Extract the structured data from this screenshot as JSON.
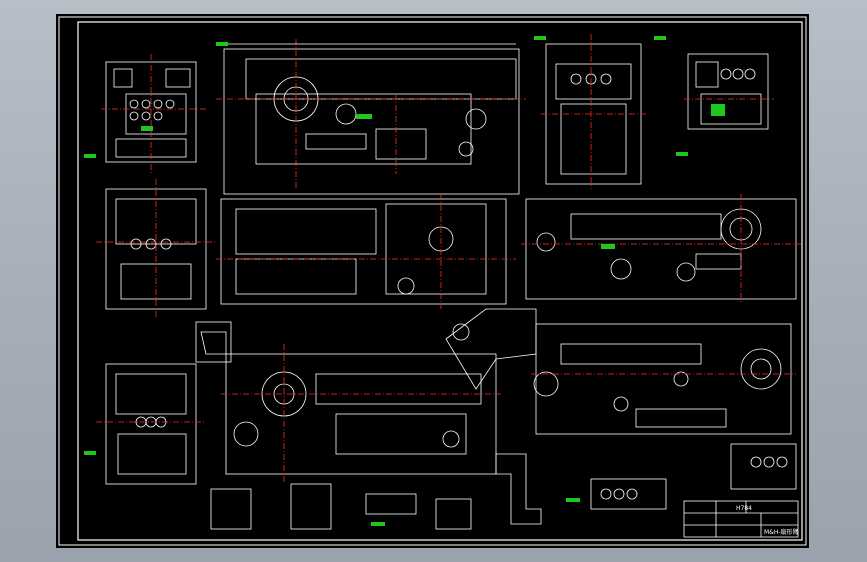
{
  "app": {
    "title": ""
  },
  "colors": {
    "background": "#a9b1bc",
    "canvas": "#000000",
    "line": "#ffffff",
    "centerline": "#ff2a2a",
    "dimension": "#1ec81e",
    "hatch": "#ffffff"
  },
  "title_block": {
    "drawing_number": "H784",
    "drawing_name": "M&H-扇形臂"
  },
  "icons": [
    "cad-drawing"
  ]
}
